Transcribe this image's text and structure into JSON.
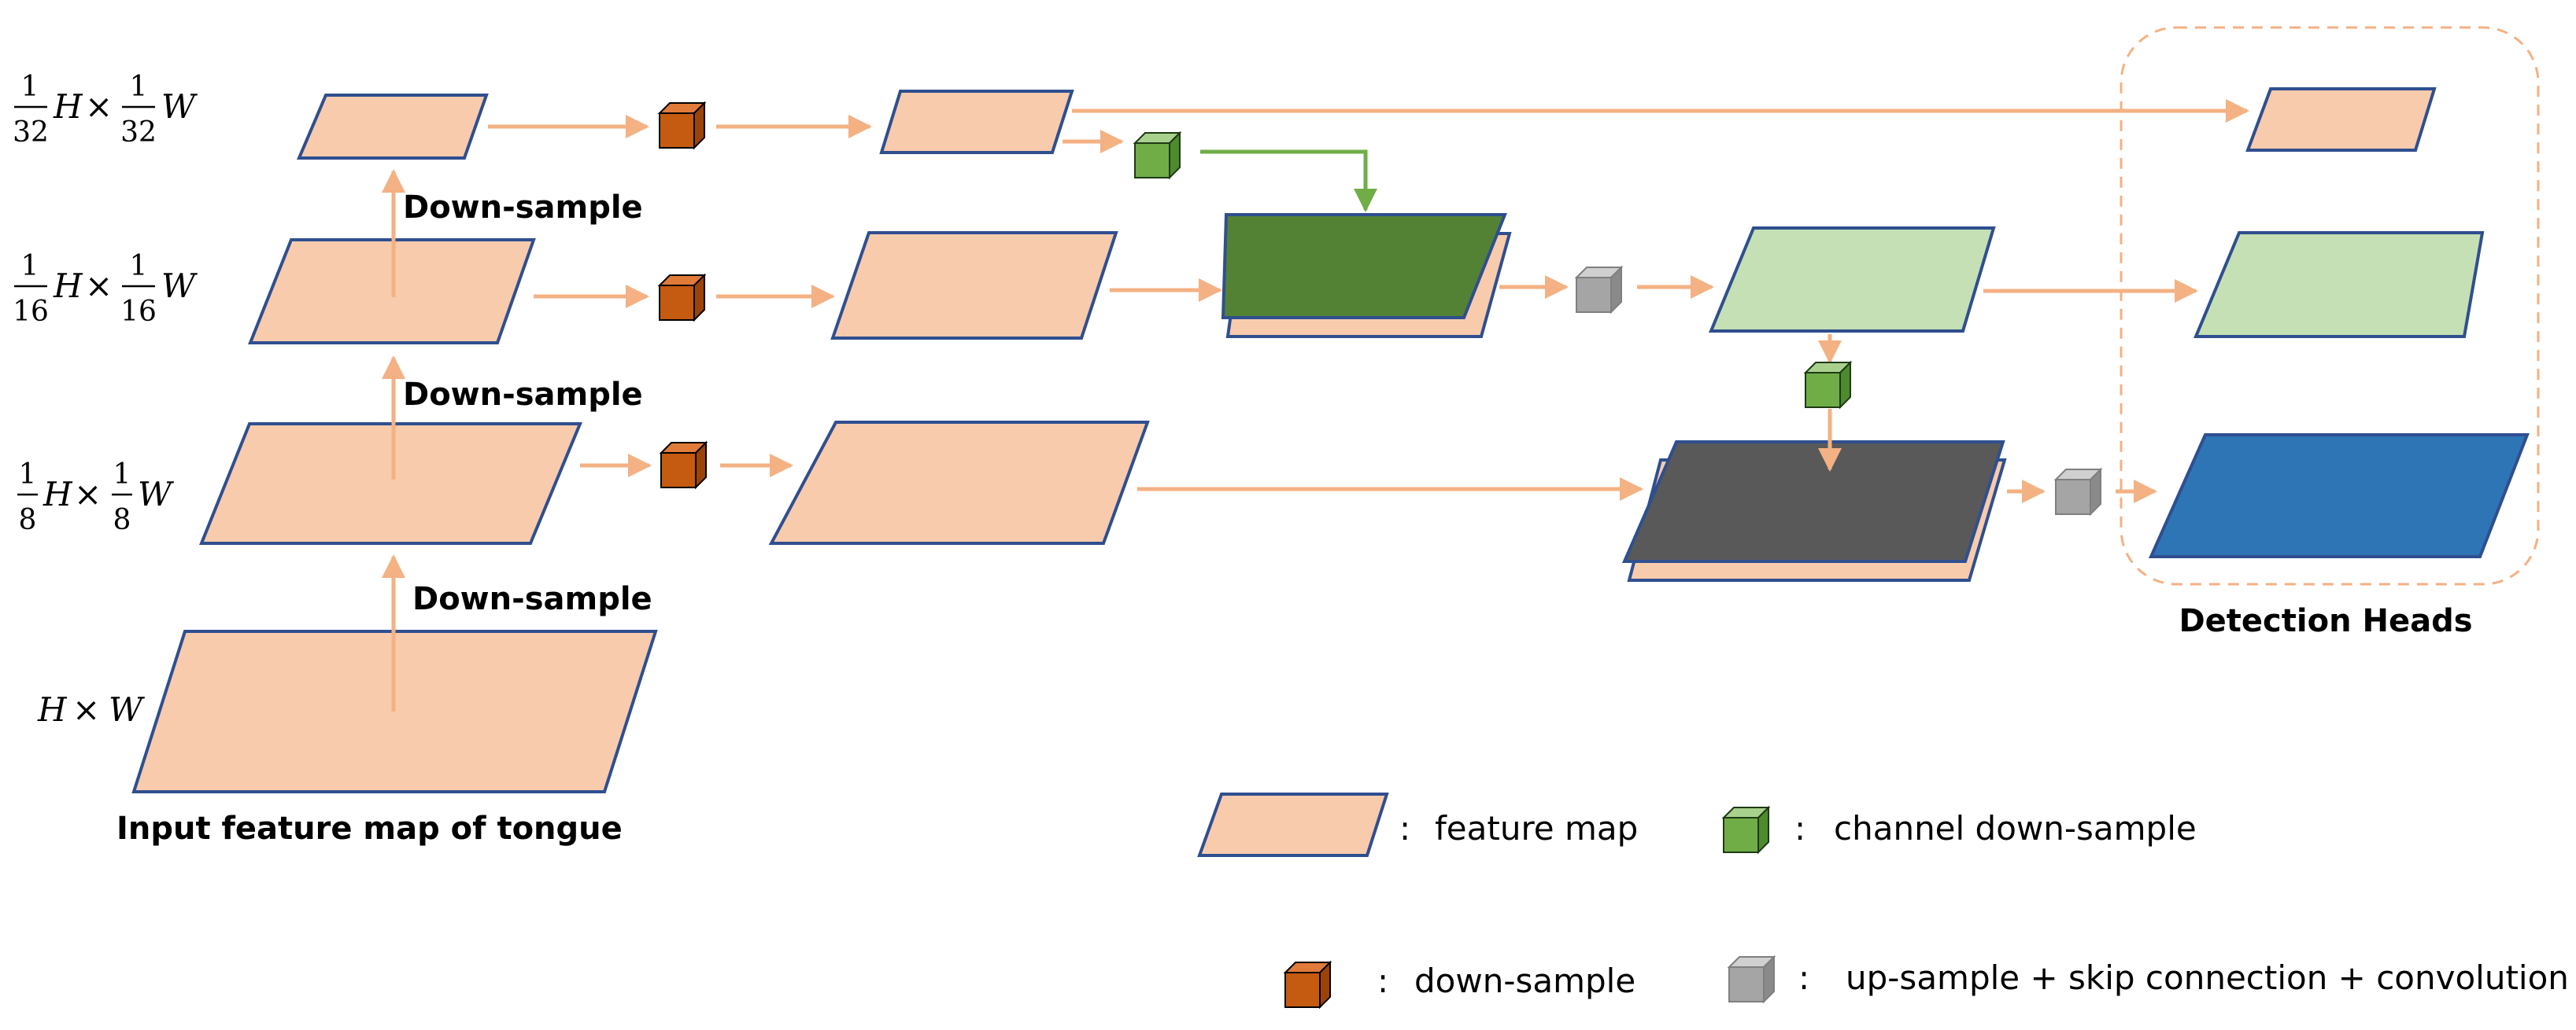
{
  "labels": {
    "downsample_top": "Down-sample",
    "downsample_mid": "Down-sample",
    "downsample_bottom": "Down-sample",
    "input_caption": "Input feature map of tongue",
    "detection_heads": "Detection Heads"
  },
  "scales": {
    "s32": {
      "num": "1",
      "den": "32",
      "h": "H",
      "times": "×",
      "w": "W"
    },
    "s16": {
      "num": "1",
      "den": "16",
      "h": "H",
      "times": "×",
      "w": "W"
    },
    "s8": {
      "num": "1",
      "den": "8",
      "h": "H",
      "times": "×",
      "w": "W"
    },
    "full": {
      "h": "H",
      "times": "×",
      "w": "W"
    }
  },
  "legend": {
    "sep": ":",
    "feature_map": "feature map",
    "channel_downsample": "channel down-sample",
    "downsample": "down-sample",
    "upsample": "up-sample + skip connection + convolution"
  },
  "colors": {
    "feature_fill": "#F8CBAD",
    "feature_stroke": "#2F4F8F",
    "arrow": "#F4B183",
    "green_arrow": "#70AD47",
    "downsample_cube": "#C55A11",
    "channel_cube": "#70AD47",
    "upsample_cube": "#A5A5A5",
    "merge_green": "#548235",
    "merge_gray": "#595959",
    "head_green": "#C5E0B4",
    "head_blue": "#2E75B6",
    "dashed_box": "#F4B183"
  }
}
